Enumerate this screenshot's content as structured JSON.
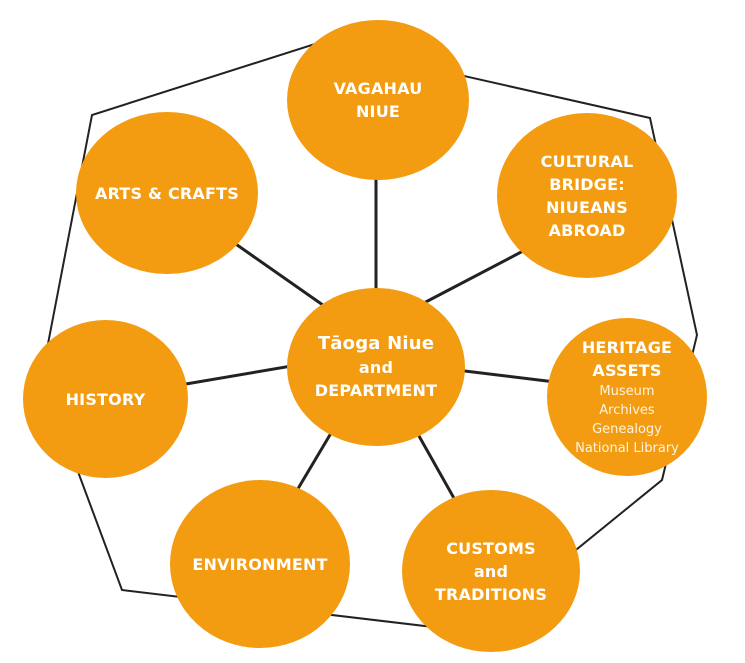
{
  "center": {
    "line1": "Tāoga Niue",
    "line2": "and",
    "line3": "DEPARTMENT"
  },
  "nodes": {
    "vagahau": {
      "line1": "VAGAHAU",
      "line2": "NIUE"
    },
    "cultural_bridge": {
      "line1": "CULTURAL BRIDGE:",
      "line2": "NIUEANS",
      "line3": "ABROAD"
    },
    "heritage": {
      "title": "HERITAGE ASSETS",
      "items": [
        "Museum",
        "Archives",
        "Genealogy",
        "National Library"
      ]
    },
    "customs": {
      "line1": "CUSTOMS",
      "line2": "and",
      "line3": "TRADITIONS"
    },
    "environment": {
      "line1": "ENVIRONMENT"
    },
    "history": {
      "line1": "HISTORY"
    },
    "arts": {
      "line1": "ARTS & CRAFTS"
    }
  },
  "colors": {
    "node_fill": "#f39c12",
    "text": "#ffffff",
    "connector": "#222222"
  }
}
